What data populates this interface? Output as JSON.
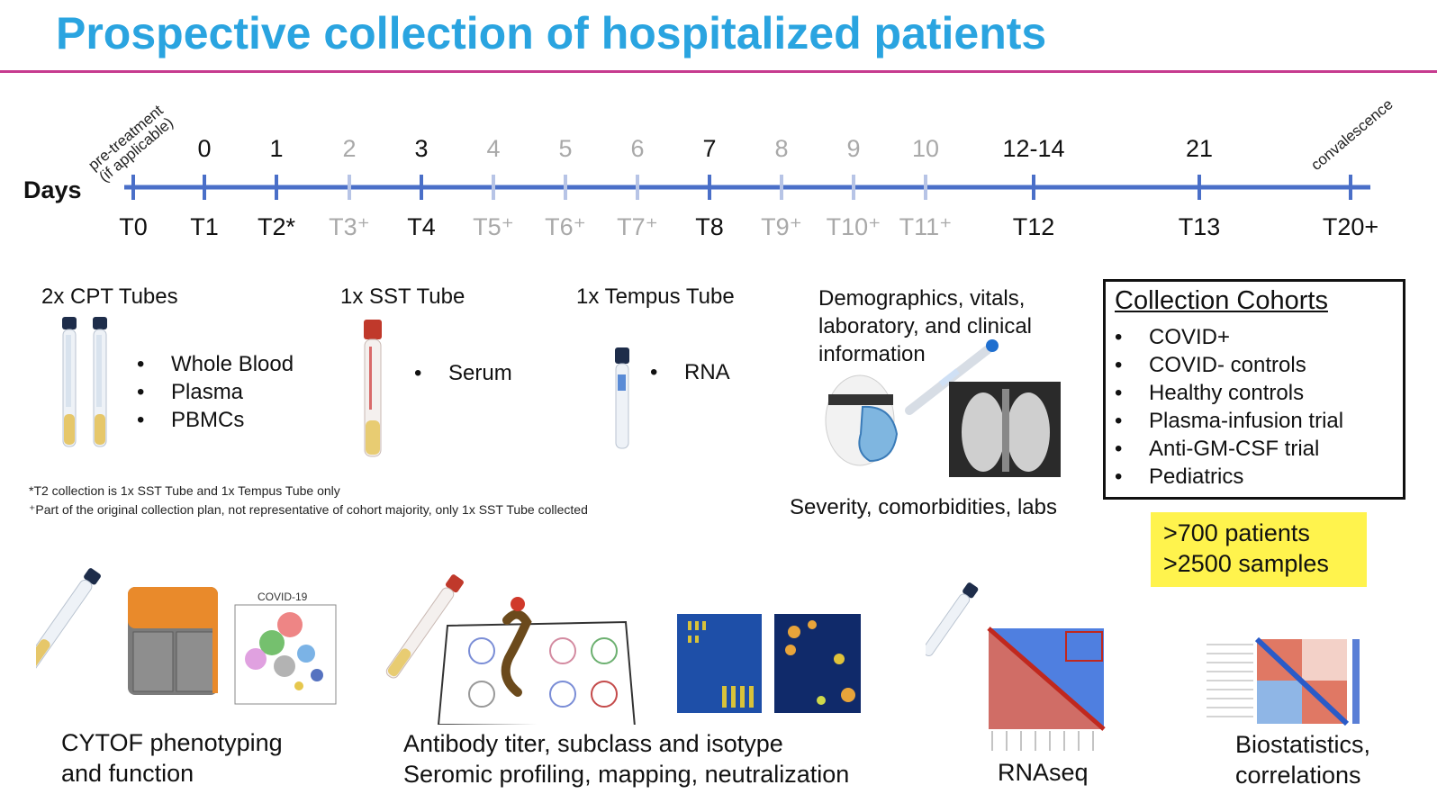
{
  "title": "Prospective collection of hospitalized patients",
  "timeline": {
    "label": "Days",
    "pre_label_1": "pre-treatment",
    "pre_label_2": "(if applicable)",
    "post_label": "convalescence",
    "days": [
      {
        "day": "",
        "t": "T0",
        "active": true
      },
      {
        "day": "0",
        "t": "T1",
        "active": true
      },
      {
        "day": "1",
        "t": "T2*",
        "active": true
      },
      {
        "day": "2",
        "t": "T3⁺",
        "active": false
      },
      {
        "day": "3",
        "t": "T4",
        "active": true
      },
      {
        "day": "4",
        "t": "T5⁺",
        "active": false
      },
      {
        "day": "5",
        "t": "T6⁺",
        "active": false
      },
      {
        "day": "6",
        "t": "T7⁺",
        "active": false
      },
      {
        "day": "7",
        "t": "T8",
        "active": true
      },
      {
        "day": "8",
        "t": "T9⁺",
        "active": false
      },
      {
        "day": "9",
        "t": "T10⁺",
        "active": false
      },
      {
        "day": "10",
        "t": "T11⁺",
        "active": false
      },
      {
        "day": "12-14",
        "t": "T12",
        "active": true
      },
      {
        "day": "21",
        "t": "T13",
        "active": true
      },
      {
        "day": "",
        "t": "T20+",
        "active": true
      }
    ]
  },
  "tubes": {
    "cpt": {
      "heading": "2x CPT Tubes",
      "items": [
        "Whole Blood",
        "Plasma",
        "PBMCs"
      ]
    },
    "sst": {
      "heading": "1x SST Tube",
      "items": [
        "Serum"
      ]
    },
    "tempus": {
      "heading": "1x Tempus Tube",
      "items": [
        "RNA"
      ]
    }
  },
  "clinical": {
    "line1": "Demographics, vitals,",
    "line2": "laboratory, and clinical",
    "line3": "information",
    "caption": "Severity, comorbidities, labs"
  },
  "footnotes": {
    "note1": "*T2 collection is 1x SST Tube and 1x Tempus Tube only",
    "note2": "⁺Part of the original collection plan, not representative of cohort majority, only 1x SST Tube collected"
  },
  "cohorts": {
    "heading": "Collection Cohorts",
    "items": [
      "COVID+",
      "COVID- controls",
      "Healthy controls",
      "Plasma-infusion trial",
      "Anti-GM-CSF trial",
      "Pediatrics"
    ]
  },
  "stats": {
    "patients": ">700 patients",
    "samples": ">2500 samples"
  },
  "assays": {
    "cytof_line1": "CYTOF phenotyping",
    "cytof_line2": "and function",
    "cytof_plot_label": "COVID-19",
    "antibody_line1": "Antibody titer, subclass and isotype",
    "antibody_line2": "Seromic profiling, mapping, neutralization",
    "rnaseq": "RNAseq",
    "biostat_line1": "Biostatistics,",
    "biostat_line2": "correlations"
  },
  "colors": {
    "title": "#2aa4e0",
    "rule": "#c63b8f",
    "timeline": "#4a6fc8",
    "inactive": "#a9a9a9",
    "stats_bg": "#fff34d"
  }
}
